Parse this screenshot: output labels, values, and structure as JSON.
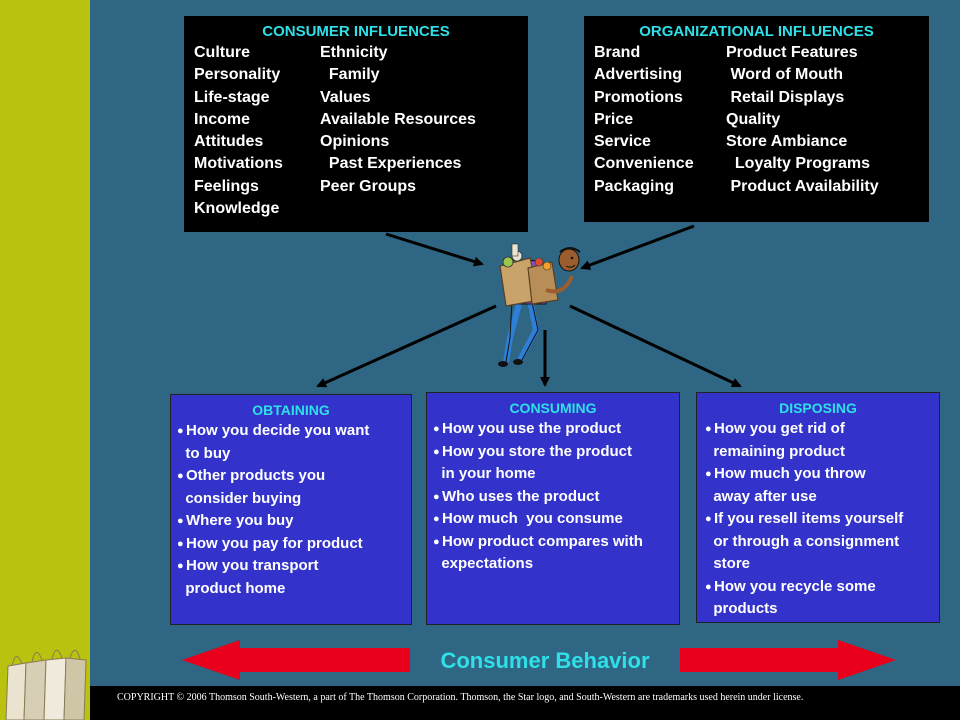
{
  "consumer_influences": {
    "title": "CONSUMER INFLUENCES",
    "rows": [
      {
        "a": "Culture",
        "b": "Ethnicity"
      },
      {
        "a": "Personality",
        "b": "  Family"
      },
      {
        "a": "Life-stage",
        "b": "Values"
      },
      {
        "a": "Income",
        "b": "Available Resources"
      },
      {
        "a": "Attitudes",
        "b": "Opinions"
      },
      {
        "a": "Motivations",
        "b": "  Past Experiences"
      },
      {
        "a": "Feelings",
        "b": "Peer Groups"
      },
      {
        "a": "Knowledge",
        "b": ""
      }
    ]
  },
  "organizational_influences": {
    "title": "ORGANIZATIONAL INFLUENCES",
    "rows": [
      {
        "a": "Brand",
        "b": "Product Features"
      },
      {
        "a": "Advertising",
        "b": " Word of Mouth"
      },
      {
        "a": "Promotions",
        "b": " Retail Displays"
      },
      {
        "a": "Price",
        "b": "Quality"
      },
      {
        "a": "Service",
        "b": "Store Ambiance"
      },
      {
        "a": "Convenience",
        "b": "  Loyalty Programs"
      },
      {
        "a": "Packaging",
        "b": " Product Availability"
      }
    ]
  },
  "obtaining": {
    "title": "OBTAINING",
    "items": [
      {
        "line1": "How you decide you want",
        "line2": "  to buy"
      },
      {
        "line1": "Other products you",
        "line2": "  consider buying"
      },
      {
        "line1": "Where you buy",
        "line2": ""
      },
      {
        "line1": "How you pay for product",
        "line2": ""
      },
      {
        "line1": "How you transport",
        "line2": "  product home"
      }
    ]
  },
  "consuming": {
    "title": "CONSUMING",
    "items": [
      {
        "line1": "How you use the product",
        "line2": ""
      },
      {
        "line1": "How you store the product",
        "line2": "  in your home"
      },
      {
        "line1": "Who uses the product",
        "line2": ""
      },
      {
        "line1": "How much  you consume",
        "line2": ""
      },
      {
        "line1": "How product compares with",
        "line2": "  expectations"
      }
    ]
  },
  "disposing": {
    "title": "DISPOSING",
    "items": [
      {
        "line1": "How you get rid of",
        "line2": "  remaining product"
      },
      {
        "line1": "How much you throw",
        "line2": "  away after use"
      },
      {
        "line1": "If you resell items yourself",
        "line2": "  or through a consignment",
        "line3": "  store"
      },
      {
        "line1": "How you recycle some",
        "line2": "  products"
      }
    ]
  },
  "behavior_arrow": {
    "label": "Consumer Behavior"
  },
  "footer": {
    "copyright": "COPYRIGHT © 2006 Thomson South-Western, a part of The Thomson Corporation. Thomson, the Star logo, and South-Western are trademarks used herein under license."
  },
  "colors": {
    "background": "#2E6683",
    "left_strip": "#B9C20E",
    "title_cyan": "#2FE0E8",
    "activity_box": "#3333CC",
    "arrow_red": "#E8001C"
  }
}
